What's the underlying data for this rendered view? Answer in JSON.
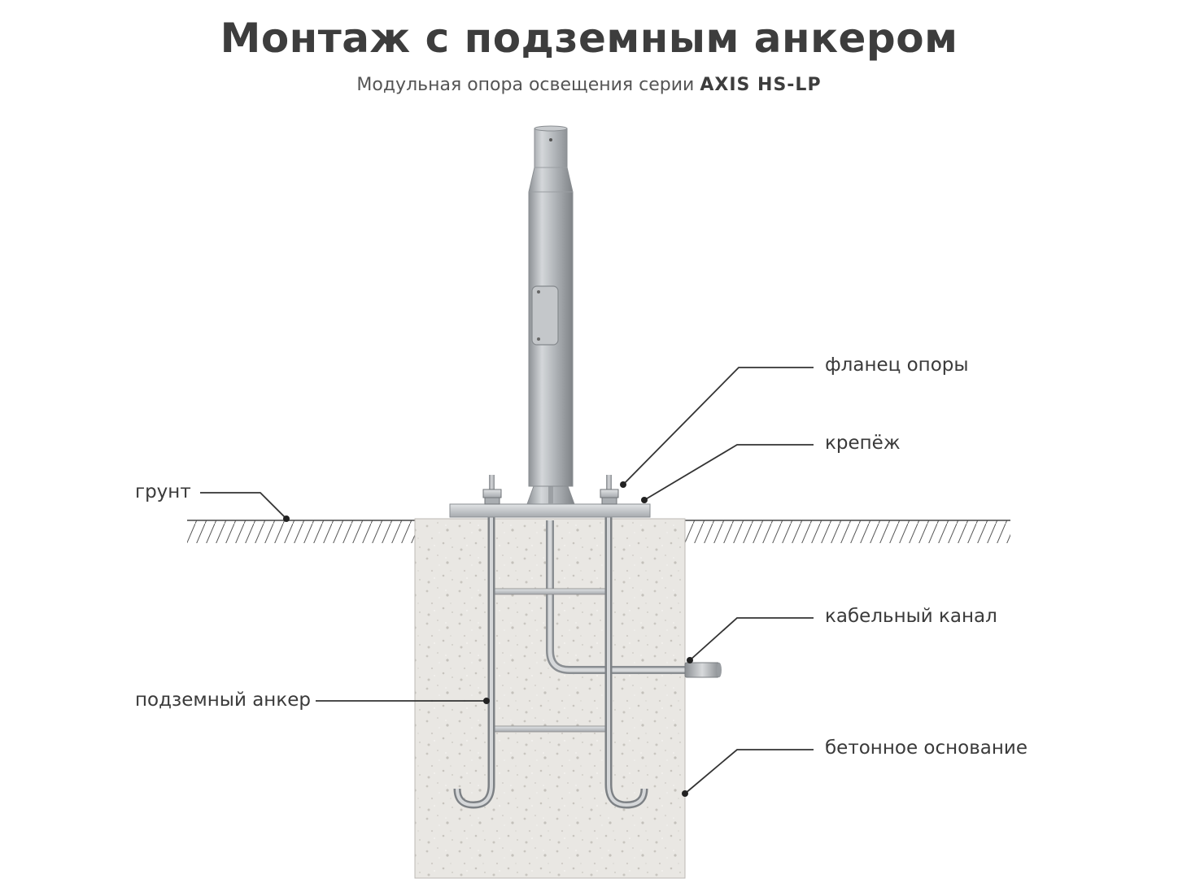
{
  "header": {
    "title": "Монтаж с подземным анкером",
    "subtitle_prefix": "Модульная опора освещения серии ",
    "subtitle_product": "AXIS HS-LP"
  },
  "labels": {
    "ground": "грунт",
    "pole_flange": "фланец опоры",
    "fastener": "крепёж",
    "cable_channel": "кабельный канал",
    "underground_anchor": "подземный анкер",
    "concrete_base": "бетонное основание"
  },
  "colors": {
    "text": "#3a3a3a",
    "leader_line": "#333333",
    "concrete": "#e8e6e2",
    "metal": "#b8bcc0"
  }
}
